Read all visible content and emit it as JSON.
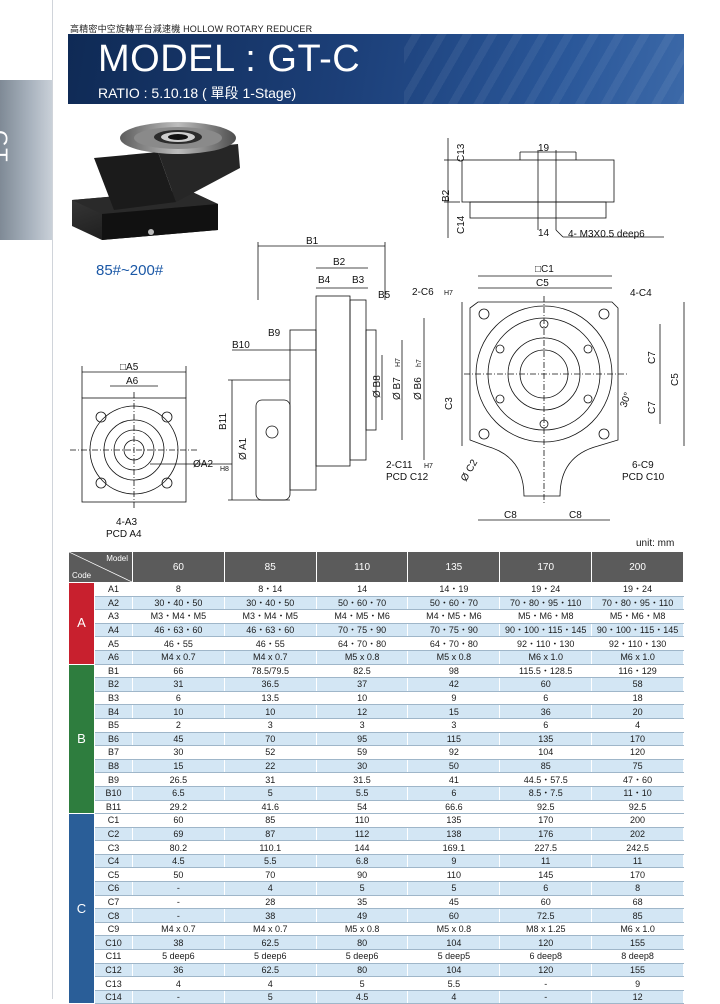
{
  "header": {
    "top_caption": "高精密中空旋轉平台減速機  HOLLOW ROTARY REDUCER",
    "title": "MODEL : GT-C",
    "ratio": "RATIO : 5.10.18 ( 單段 1-Stage)",
    "side_tab": "GT"
  },
  "product": {
    "size_range": "85#~200#"
  },
  "drawings": {
    "top_view": {
      "c13": "C13",
      "b2": "B2",
      "c14": "C14",
      "n19": "19",
      "n14": "14",
      "tap": "4-  M3X0.5 deep6"
    },
    "side_view": {
      "b1": "B1",
      "b2": "B2",
      "b4": "B4",
      "b3": "B3",
      "b5": "B5",
      "b9": "B9",
      "b10": "B10",
      "b11": "B11",
      "b8": "Ø B8",
      "b7": "Ø B7",
      "b7_tol": "H7",
      "b6": "Ø B6",
      "b6_tol": "h7",
      "a1": "Ø A1"
    },
    "input_view": {
      "a5": "□A5",
      "a6": "A6",
      "a2": "ØA2",
      "a2_tol": "H8",
      "a3": "4-A3",
      "a4": "PCD A4"
    },
    "front_view": {
      "c1": "□C1",
      "c5": "C5",
      "c4": "4-C4",
      "c6": "2-C6",
      "c6_tol": "H7",
      "c3": "C3",
      "c7a": "C7",
      "c7b": "C7",
      "c5v": "C5",
      "angle": "30°",
      "c2": "Ø C2",
      "c11": "2-C11",
      "c11_tol": "H7",
      "c12": "PCD C12",
      "c9": "6-C9",
      "c10": "PCD C10",
      "c8a": "C8",
      "c8b": "C8"
    }
  },
  "unit_label": "unit: mm",
  "table": {
    "header_model": "Model",
    "header_code": "Code",
    "columns": [
      "60",
      "85",
      "110",
      "135",
      "170",
      "200"
    ],
    "groups": [
      {
        "label": "A",
        "rows": [
          {
            "code": "A1",
            "values": [
              "8",
              "8・14",
              "14",
              "14・19",
              "19・24",
              "19・24"
            ]
          },
          {
            "code": "A2",
            "values": [
              "30・40・50",
              "30・40・50",
              "50・60・70",
              "50・60・70",
              "70・80・95・110",
              "70・80・95・110"
            ]
          },
          {
            "code": "A3",
            "values": [
              "M3・M4・M5",
              "M3・M4・M5",
              "M4・M5・M6",
              "M4・M5・M6",
              "M5・M6・M8",
              "M5・M6・M8"
            ]
          },
          {
            "code": "A4",
            "values": [
              "46・63・60",
              "46・63・60",
              "70・75・90",
              "70・75・90",
              "90・100・115・145",
              "90・100・115・145"
            ]
          },
          {
            "code": "A5",
            "values": [
              "46・55",
              "46・55",
              "64・70・80",
              "64・70・80",
              "92・110・130",
              "92・110・130"
            ]
          },
          {
            "code": "A6",
            "values": [
              "M4 x 0.7",
              "M4 x 0.7",
              "M5 x 0.8",
              "M5 x 0.8",
              "M6 x 1.0",
              "M6 x 1.0"
            ]
          }
        ]
      },
      {
        "label": "B",
        "rows": [
          {
            "code": "B1",
            "values": [
              "66",
              "78.5/79.5",
              "82.5",
              "98",
              "115.5・128.5",
              "116・129"
            ]
          },
          {
            "code": "B2",
            "values": [
              "31",
              "36.5",
              "37",
              "42",
              "60",
              "58"
            ]
          },
          {
            "code": "B3",
            "values": [
              "6",
              "13.5",
              "10",
              "9",
              "6",
              "18"
            ]
          },
          {
            "code": "B4",
            "values": [
              "10",
              "10",
              "12",
              "15",
              "36",
              "20"
            ]
          },
          {
            "code": "B5",
            "values": [
              "2",
              "3",
              "3",
              "3",
              "6",
              "4"
            ]
          },
          {
            "code": "B6",
            "values": [
              "45",
              "70",
              "95",
              "115",
              "135",
              "170"
            ]
          },
          {
            "code": "B7",
            "values": [
              "30",
              "52",
              "59",
              "92",
              "104",
              "120"
            ]
          },
          {
            "code": "B8",
            "values": [
              "15",
              "22",
              "30",
              "50",
              "85",
              "75"
            ]
          },
          {
            "code": "B9",
            "values": [
              "26.5",
              "31",
              "31.5",
              "41",
              "44.5・57.5",
              "47・60"
            ]
          },
          {
            "code": "B10",
            "values": [
              "6.5",
              "5",
              "5.5",
              "6",
              "8.5・7.5",
              "11・10"
            ]
          },
          {
            "code": "B11",
            "values": [
              "29.2",
              "41.6",
              "54",
              "66.6",
              "92.5",
              "92.5"
            ]
          }
        ]
      },
      {
        "label": "C",
        "rows": [
          {
            "code": "C1",
            "values": [
              "60",
              "85",
              "110",
              "135",
              "170",
              "200"
            ]
          },
          {
            "code": "C2",
            "values": [
              "69",
              "87",
              "112",
              "138",
              "176",
              "202"
            ]
          },
          {
            "code": "C3",
            "values": [
              "80.2",
              "110.1",
              "144",
              "169.1",
              "227.5",
              "242.5"
            ]
          },
          {
            "code": "C4",
            "values": [
              "4.5",
              "5.5",
              "6.8",
              "9",
              "11",
              "11"
            ]
          },
          {
            "code": "C5",
            "values": [
              "50",
              "70",
              "90",
              "110",
              "145",
              "170"
            ]
          },
          {
            "code": "C6",
            "values": [
              "-",
              "4",
              "5",
              "5",
              "6",
              "8"
            ]
          },
          {
            "code": "C7",
            "values": [
              "-",
              "28",
              "35",
              "45",
              "60",
              "68"
            ]
          },
          {
            "code": "C8",
            "values": [
              "-",
              "38",
              "49",
              "60",
              "72.5",
              "85"
            ]
          },
          {
            "code": "C9",
            "values": [
              "M4 x 0.7",
              "M4 x 0.7",
              "M5 x 0.8",
              "M5 x 0.8",
              "M8 x 1.25",
              "M6 x 1.0"
            ]
          },
          {
            "code": "C10",
            "values": [
              "38",
              "62.5",
              "80",
              "104",
              "120",
              "155"
            ]
          },
          {
            "code": "C11",
            "values": [
              "5 deep6",
              "5 deep6",
              "5 deep6",
              "5 deep5",
              "6 deep8",
              "8 deep8"
            ]
          },
          {
            "code": "C12",
            "values": [
              "36",
              "62.5",
              "80",
              "104",
              "120",
              "155"
            ]
          },
          {
            "code": "C13",
            "values": [
              "4",
              "4",
              "5",
              "5.5",
              "-",
              "9"
            ]
          },
          {
            "code": "C14",
            "values": [
              "-",
              "5",
              "4.5",
              "4",
              "-",
              "12"
            ]
          }
        ]
      }
    ]
  },
  "colors": {
    "group_a": "#c8202e",
    "group_b": "#2e7d3e",
    "group_c": "#2a5e98",
    "banner": "#1c3f78",
    "row_alt": "#d3e6f4",
    "header_bg": "#5b5b5b"
  }
}
